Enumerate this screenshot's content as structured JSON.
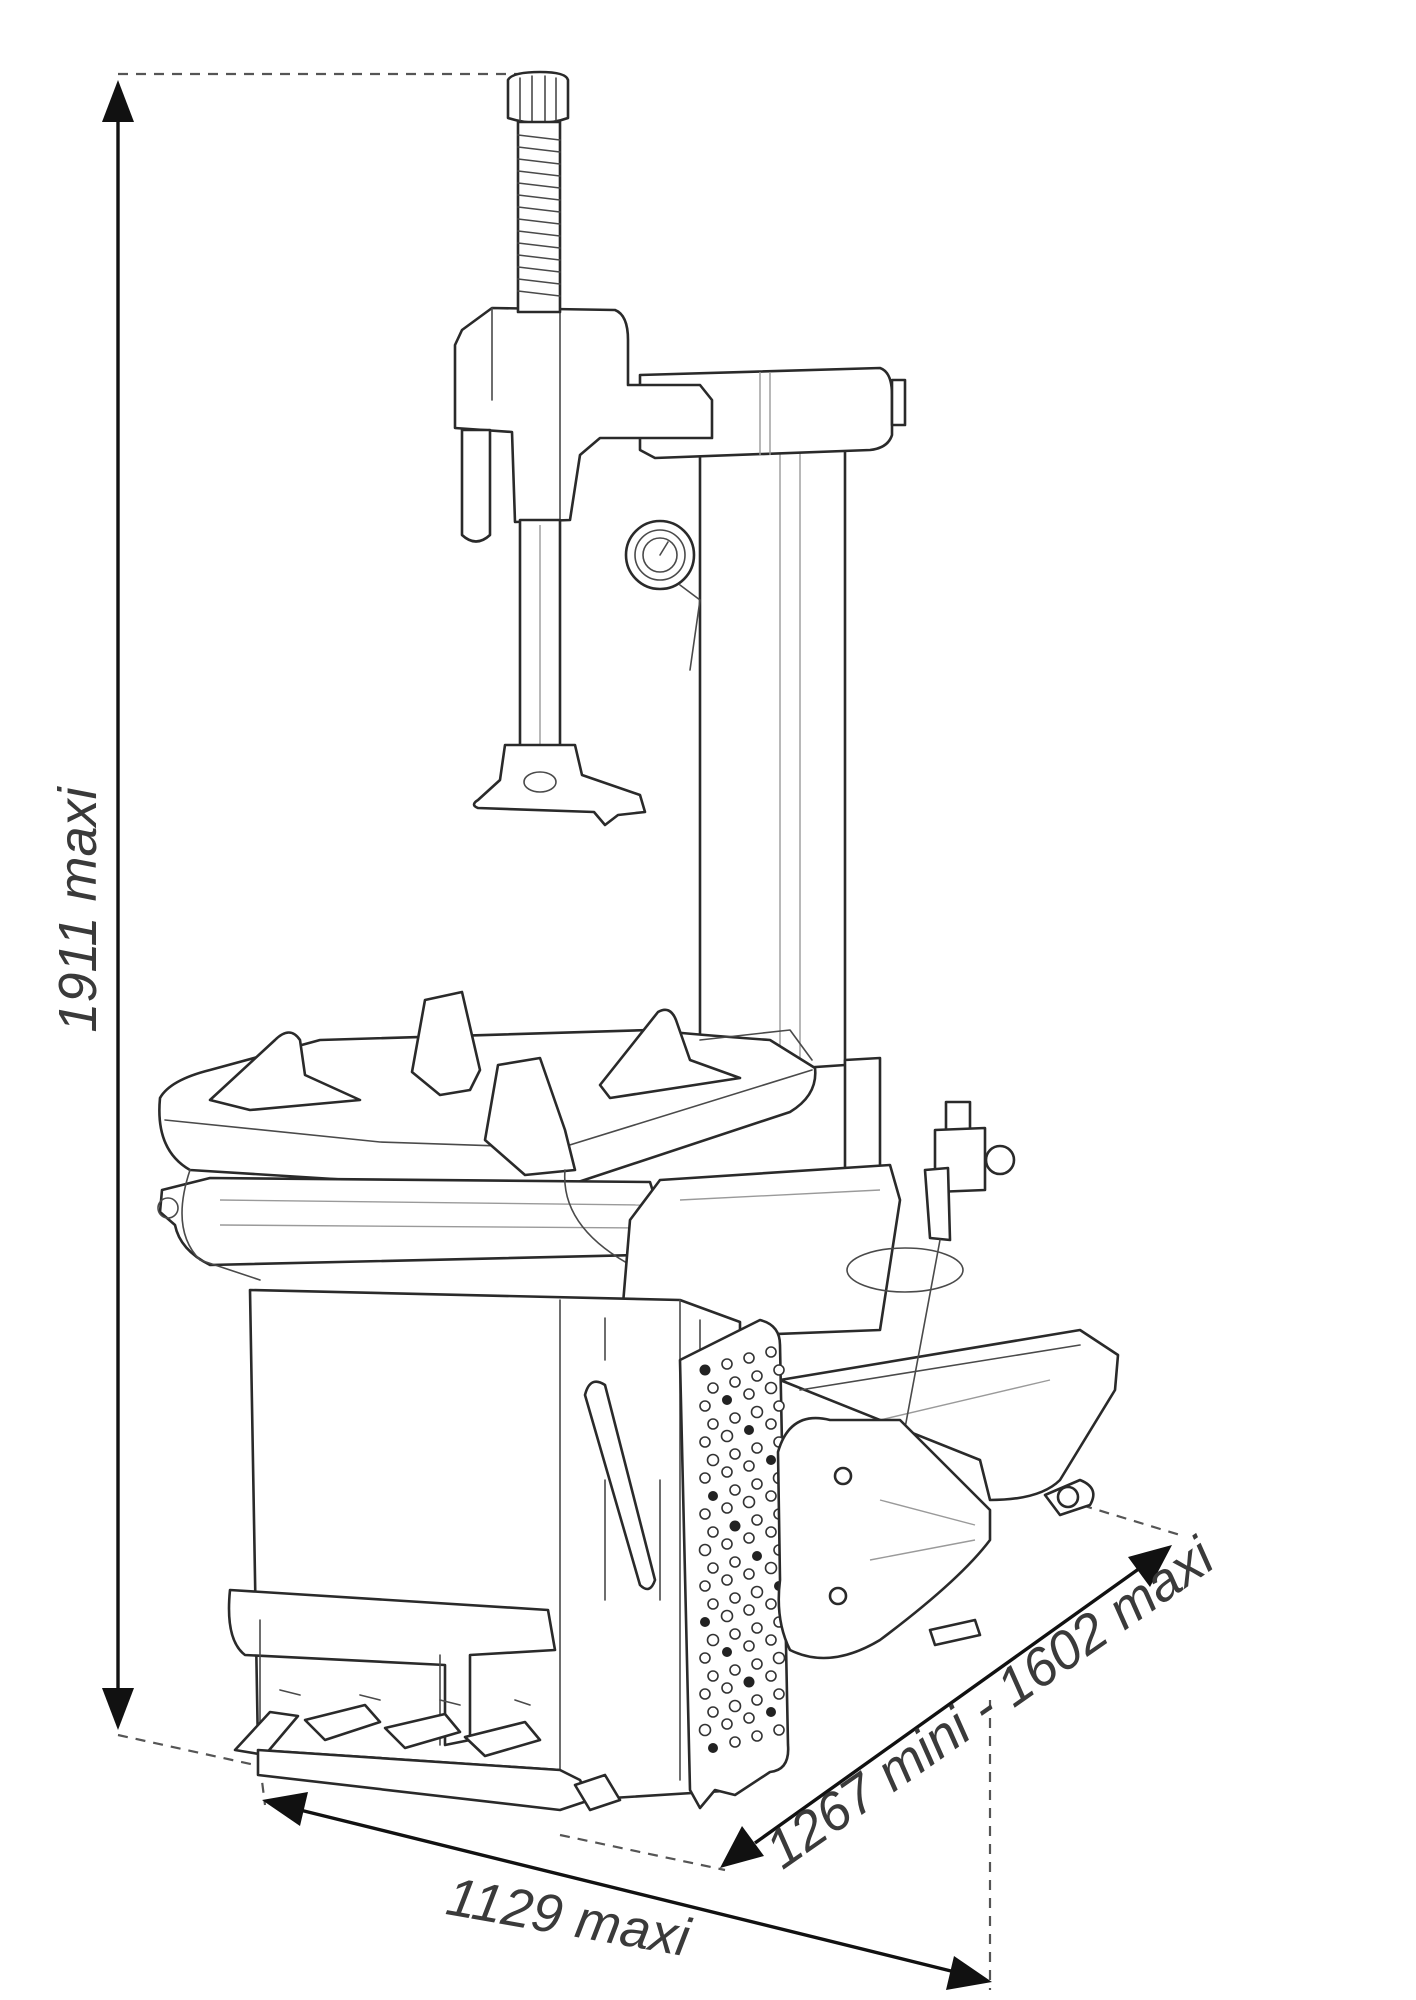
{
  "dimensions": {
    "height_label": "1911 maxi",
    "depth_label": "1267 mini - 1602 maxi",
    "width_label": "1129 maxi"
  }
}
